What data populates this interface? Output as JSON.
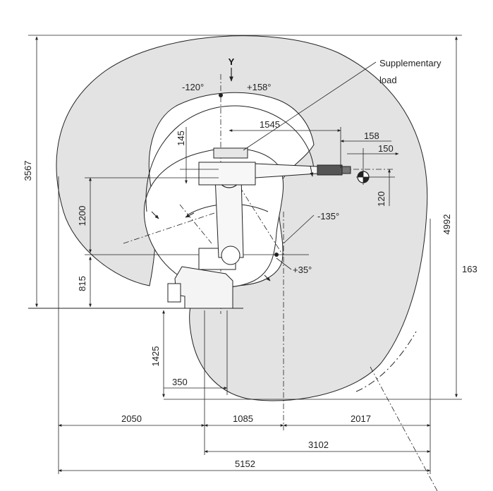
{
  "labels": {
    "axis_y": "Y",
    "supp_line1": "Supplementary",
    "supp_line2": "load",
    "angle_neg120": "-120°",
    "angle_pos158": "+158°",
    "angle_neg135": "-135°",
    "angle_pos35": "+35°"
  },
  "dimensions": {
    "d3567": "3567",
    "d4992": "4992",
    "d163": "163",
    "d1545": "1545",
    "d158": "158",
    "d150": "150",
    "d145": "145",
    "d120": "120",
    "d1200": "1200",
    "d815": "815",
    "d1425": "1425",
    "d350": "350",
    "d2050": "2050",
    "d1085": "1085",
    "d2017": "2017",
    "d3102": "3102",
    "d5152": "5152"
  },
  "colors": {
    "workspace_fill": "#e3e3e3",
    "line": "#222222"
  }
}
